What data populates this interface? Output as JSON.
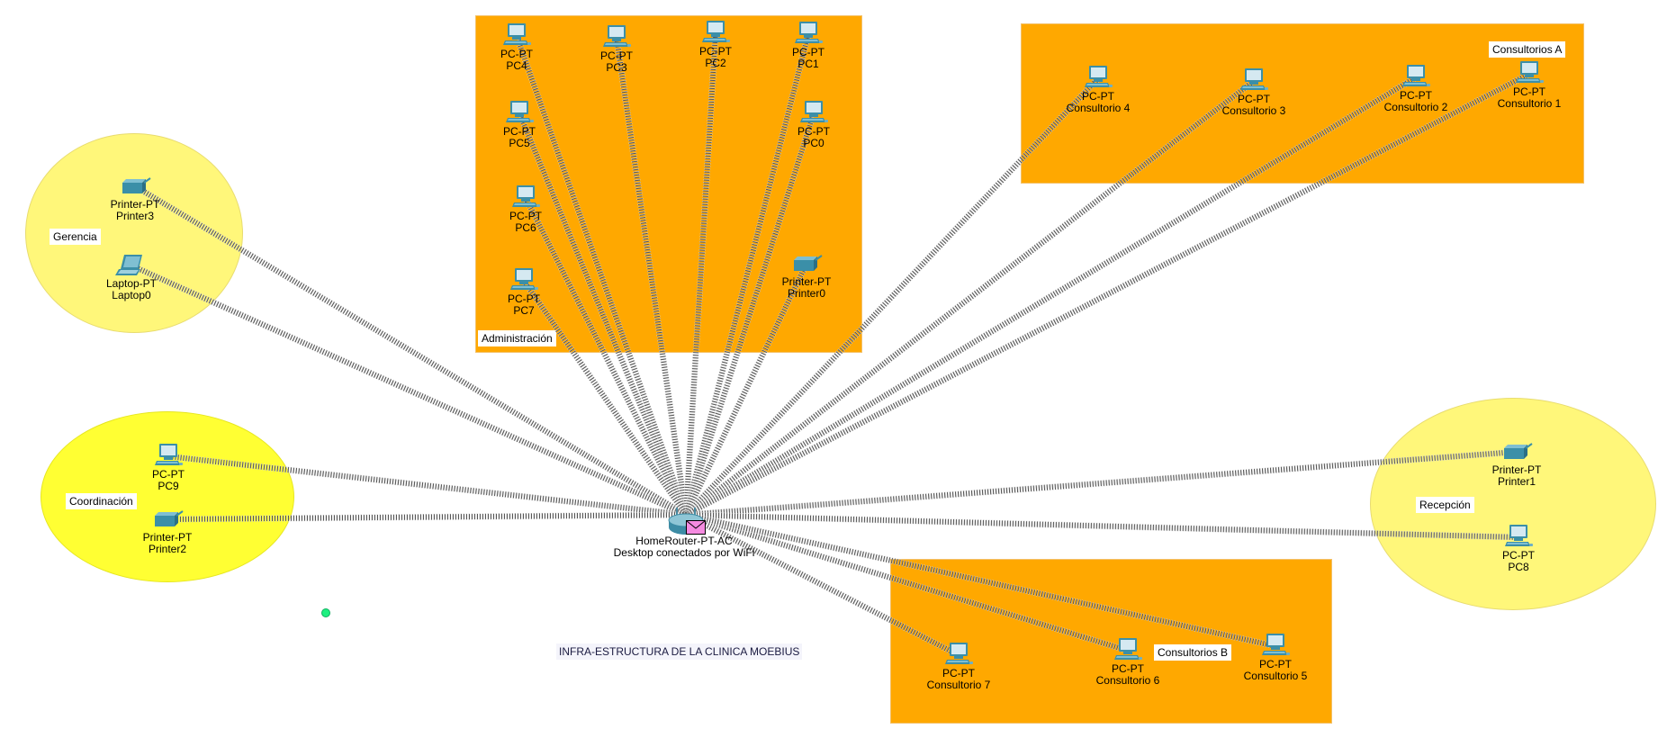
{
  "diagram": {
    "title": "INFRA-ESTRUCTURA DE LA CLINICA MOEBIUS",
    "router": {
      "id": "router",
      "model": "HomeRouter-PT-AC",
      "name": "Desktop conectados por WiFi",
      "icon": "wireless-router-icon",
      "pending_message_icon": "envelope-icon"
    },
    "zones": [
      {
        "id": "administracion",
        "label": "Administración",
        "shape": "rect",
        "color": "#FFA800"
      },
      {
        "id": "consultorios-a",
        "label": "Consultorios A",
        "shape": "rect",
        "color": "#FFA800"
      },
      {
        "id": "consultorios-b",
        "label": "Consultorios B",
        "shape": "rect",
        "color": "#FFA800"
      },
      {
        "id": "gerencia",
        "label": "Gerencia",
        "shape": "ellipse",
        "color": "#FFF77A"
      },
      {
        "id": "coordinacion",
        "label": "Coordinación",
        "shape": "ellipse",
        "color": "#FFFF33"
      },
      {
        "id": "recepcion",
        "label": "Recepción",
        "shape": "ellipse",
        "color": "#FFF77A"
      }
    ],
    "devices": [
      {
        "id": "pc4",
        "model": "PC-PT",
        "name": "PC4",
        "type": "pc",
        "zone": "administracion"
      },
      {
        "id": "pc3",
        "model": "PC-PT",
        "name": "PC3",
        "type": "pc",
        "zone": "administracion"
      },
      {
        "id": "pc2",
        "model": "PC-PT",
        "name": "PC2",
        "type": "pc",
        "zone": "administracion"
      },
      {
        "id": "pc1",
        "model": "PC-PT",
        "name": "PC1",
        "type": "pc",
        "zone": "administracion"
      },
      {
        "id": "pc5",
        "model": "PC-PT",
        "name": "PC5",
        "type": "pc",
        "zone": "administracion"
      },
      {
        "id": "pc0",
        "model": "PC-PT",
        "name": "PC0",
        "type": "pc",
        "zone": "administracion"
      },
      {
        "id": "pc6",
        "model": "PC-PT",
        "name": "PC6",
        "type": "pc",
        "zone": "administracion"
      },
      {
        "id": "pc7",
        "model": "PC-PT",
        "name": "PC7",
        "type": "pc",
        "zone": "administracion"
      },
      {
        "id": "printer0",
        "model": "Printer-PT",
        "name": "Printer0",
        "type": "printer",
        "zone": "administracion"
      },
      {
        "id": "consultorio4",
        "model": "PC-PT",
        "name": "Consultorio 4",
        "type": "pc",
        "zone": "consultorios-a"
      },
      {
        "id": "consultorio3",
        "model": "PC-PT",
        "name": "Consultorio 3",
        "type": "pc",
        "zone": "consultorios-a"
      },
      {
        "id": "consultorio2",
        "model": "PC-PT",
        "name": "Consultorio 2",
        "type": "pc",
        "zone": "consultorios-a"
      },
      {
        "id": "consultorio1",
        "model": "PC-PT",
        "name": "Consultorio 1",
        "type": "pc",
        "zone": "consultorios-a"
      },
      {
        "id": "printer3",
        "model": "Printer-PT",
        "name": "Printer3",
        "type": "printer",
        "zone": "gerencia"
      },
      {
        "id": "laptop0",
        "model": "Laptop-PT",
        "name": "Laptop0",
        "type": "laptop",
        "zone": "gerencia"
      },
      {
        "id": "pc9",
        "model": "PC-PT",
        "name": "PC9",
        "type": "pc",
        "zone": "coordinacion"
      },
      {
        "id": "printer2",
        "model": "Printer-PT",
        "name": "Printer2",
        "type": "printer",
        "zone": "coordinacion"
      },
      {
        "id": "printer1",
        "model": "Printer-PT",
        "name": "Printer1",
        "type": "printer",
        "zone": "recepcion"
      },
      {
        "id": "pc8",
        "model": "PC-PT",
        "name": "PC8",
        "type": "pc",
        "zone": "recepcion"
      },
      {
        "id": "consultorio7",
        "model": "PC-PT",
        "name": "Consultorio 7",
        "type": "pc",
        "zone": "consultorios-b"
      },
      {
        "id": "consultorio6",
        "model": "PC-PT",
        "name": "Consultorio 6",
        "type": "pc",
        "zone": "consultorios-b"
      },
      {
        "id": "consultorio5",
        "model": "PC-PT",
        "name": "Consultorio 5",
        "type": "pc",
        "zone": "consultorios-b"
      }
    ],
    "links": [
      {
        "from": "router",
        "to": "pc4",
        "type": "wireless"
      },
      {
        "from": "router",
        "to": "pc3",
        "type": "wireless"
      },
      {
        "from": "router",
        "to": "pc2",
        "type": "wireless"
      },
      {
        "from": "router",
        "to": "pc1",
        "type": "wireless"
      },
      {
        "from": "router",
        "to": "pc5",
        "type": "wireless"
      },
      {
        "from": "router",
        "to": "pc0",
        "type": "wireless"
      },
      {
        "from": "router",
        "to": "pc6",
        "type": "wireless"
      },
      {
        "from": "router",
        "to": "pc7",
        "type": "wireless"
      },
      {
        "from": "router",
        "to": "printer0",
        "type": "wireless"
      },
      {
        "from": "router",
        "to": "consultorio4",
        "type": "wireless"
      },
      {
        "from": "router",
        "to": "consultorio3",
        "type": "wireless"
      },
      {
        "from": "router",
        "to": "consultorio2",
        "type": "wireless"
      },
      {
        "from": "router",
        "to": "consultorio1",
        "type": "wireless"
      },
      {
        "from": "router",
        "to": "printer3",
        "type": "wireless"
      },
      {
        "from": "router",
        "to": "laptop0",
        "type": "wireless"
      },
      {
        "from": "router",
        "to": "pc9",
        "type": "wireless"
      },
      {
        "from": "router",
        "to": "printer2",
        "type": "wireless"
      },
      {
        "from": "router",
        "to": "printer1",
        "type": "wireless"
      },
      {
        "from": "router",
        "to": "pc8",
        "type": "wireless"
      },
      {
        "from": "router",
        "to": "consultorio7",
        "type": "wireless"
      },
      {
        "from": "router",
        "to": "consultorio6",
        "type": "wireless"
      },
      {
        "from": "router",
        "to": "consultorio5",
        "type": "wireless"
      }
    ],
    "colors": {
      "zone_orange": "#FFA800",
      "zone_yellow": "#FFF77A",
      "zone_bright_yellow": "#FFFF33",
      "device_teal": "#3b8fa8",
      "wire": "#555555",
      "status_dot": "#1ef080"
    }
  }
}
